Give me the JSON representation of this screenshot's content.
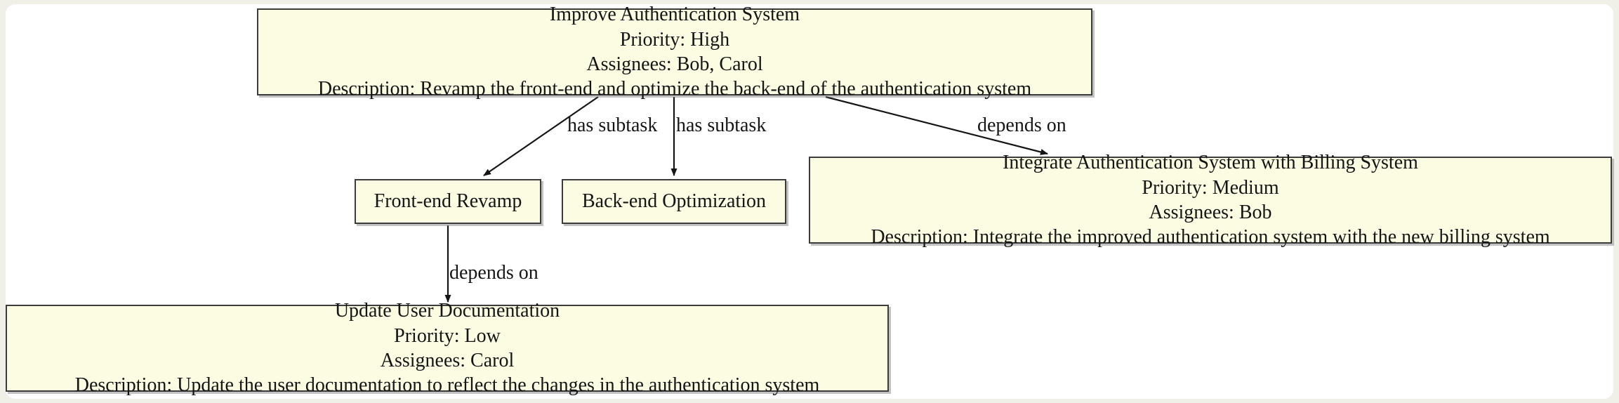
{
  "diagram": {
    "type": "task-dependency-graph",
    "background_color": "#f1f0e8",
    "canvas_color": "#ffffff",
    "node_fill_color": "#fcfce3",
    "node_border_color": "#3c3c3c",
    "text_color": "#151515",
    "nodes": [
      {
        "id": "improve-authentication-system",
        "title": "Improve Authentication System",
        "priority": "Priority: High",
        "assignees": "Assignees: Bob, Carol",
        "description": "Description: Revamp the front-end and optimize the back-end of the authentication system"
      },
      {
        "id": "front-end-revamp",
        "title": "Front-end Revamp"
      },
      {
        "id": "back-end-optimization",
        "title": "Back-end Optimization"
      },
      {
        "id": "integrate-authentication-system-with-billing-system",
        "title": "Integrate Authentication System with Billing System",
        "priority": "Priority: Medium",
        "assignees": "Assignees: Bob",
        "description": "Description: Integrate the improved authentication system with the new billing system"
      },
      {
        "id": "update-user-documentation",
        "title": "Update User Documentation",
        "priority": "Priority: Low",
        "assignees": "Assignees: Carol",
        "description": "Description: Update the user documentation to reflect the changes in the authentication system"
      }
    ],
    "edges": [
      {
        "id": "has-subtask-1",
        "from": "improve-authentication-system",
        "to": "front-end-revamp",
        "label": "has subtask"
      },
      {
        "id": "has-subtask-2",
        "from": "improve-authentication-system",
        "to": "back-end-optimization",
        "label": "has subtask"
      },
      {
        "id": "depends-on-1",
        "from": "improve-authentication-system",
        "to": "integrate-authentication-system-with-billing-system",
        "label": "depends on"
      },
      {
        "id": "depends-on-2",
        "from": "front-end-revamp",
        "to": "update-user-documentation",
        "label": "depends on"
      }
    ]
  }
}
